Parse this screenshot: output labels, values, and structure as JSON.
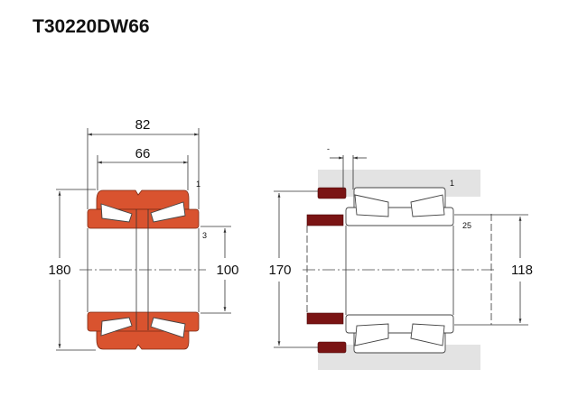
{
  "title": "T30220DW66",
  "left_view": {
    "overall_width": "82",
    "cone_width": "66",
    "chamfer_outer": "1",
    "chamfer_inner": "3",
    "outer_diameter": "180",
    "bore_diameter": "100"
  },
  "right_view": {
    "spacer_dim": "-",
    "chamfer_outer": "1",
    "chamfer_inner": "25",
    "housing_shoulder": "170",
    "shaft_shoulder": "118"
  },
  "colors": {
    "bearing": "#d9532f",
    "abutment": "#7a1414",
    "housing": "#e3e3e3"
  }
}
